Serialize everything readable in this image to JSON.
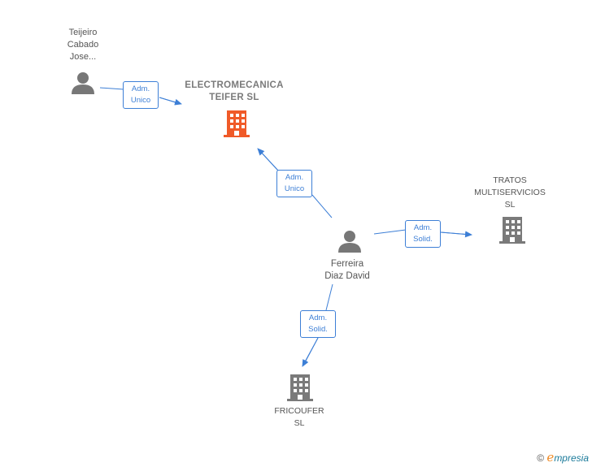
{
  "nodes": {
    "teijeiro": {
      "label": [
        "Teijeiro",
        "Cabado",
        "Jose..."
      ],
      "type": "person"
    },
    "electromecanica": {
      "label": [
        "ELECTROMECANICA",
        "TEIFER  SL"
      ],
      "type": "company",
      "color": "#f05a28"
    },
    "tratos": {
      "label": [
        "TRATOS",
        "MULTISERVICIOS",
        "SL"
      ],
      "type": "company",
      "color": "#7a7a7a"
    },
    "ferreira": {
      "label": [
        "Ferreira",
        "Diaz David"
      ],
      "type": "person"
    },
    "fricoufer": {
      "label": [
        "FRICOUFER",
        "SL"
      ],
      "type": "company",
      "color": "#7a7a7a"
    }
  },
  "roles": {
    "teijeiro_electro": [
      "Adm.",
      "Unico"
    ],
    "ferreira_electro": [
      "Adm.",
      "Unico"
    ],
    "ferreira_tratos": [
      "Adm.",
      "Solid."
    ],
    "ferreira_fricoufer": [
      "Adm.",
      "Solid."
    ]
  },
  "colors": {
    "edge": "#3d7fd6",
    "person": "#777777"
  },
  "watermark": {
    "copyright": "©",
    "brand_initial": "e",
    "brand_rest": "mpresia"
  }
}
